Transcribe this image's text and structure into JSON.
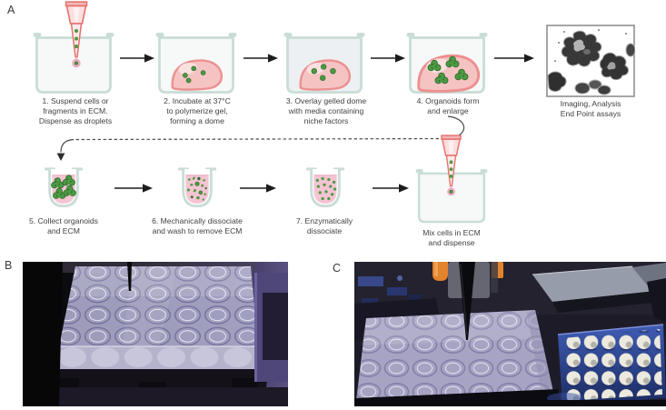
{
  "workflow": {
    "panel_label": "A",
    "steps": [
      {
        "caption": "1. Suspend cells or\nfragments in ECM.\nDispense as droplets"
      },
      {
        "caption": "2. Incubate at 37°C\nto polymerize gel,\nforming a dome"
      },
      {
        "caption": "3. Overlay gelled dome\nwith media containing\nniche factors"
      },
      {
        "caption": "4. Organoids form\nand enlarge"
      },
      {
        "caption": "5. Collect organoids\nand ECM"
      },
      {
        "caption": "6. Mechanically dissociate\nand wash to remove ECM"
      },
      {
        "caption": "7. Enzymatically\ndissociate"
      }
    ],
    "imaging_caption": "Imaging, Analysis\nEnd Point assays",
    "mix_caption": "Mix cells in ECM\nand dispense"
  },
  "photos": {
    "b_label": "B",
    "c_label": "C"
  },
  "palette": {
    "dish_border": "#c9ddd6",
    "dish_fill": "#f7f9f9",
    "media_gray": "#edf0f2",
    "pipette_outline": "#e4716c",
    "pipette_fill": "#fbdede",
    "pipette_inner": "#fdf0f0",
    "dome_fill": "#f6c3c3",
    "dome_outline": "#ec9090",
    "dome_highlight": "#fbe0e0",
    "organoid_green": "#4d9a44",
    "organoid_dark": "#2f6e2d",
    "tube_liquid_pink": "#f5c4d3",
    "droplet_pink": "#f0b4c8",
    "arrow_black": "#1c1c1c",
    "caption_text": "#414141",
    "label_text": "#3a3a3a",
    "photo_lavender": "#aeacca",
    "photo_purple": "#4f477a",
    "photo_tray_blue": "#2e4a96",
    "photo_tip_white": "#ece9de",
    "photo_orange": "#e2832d"
  }
}
